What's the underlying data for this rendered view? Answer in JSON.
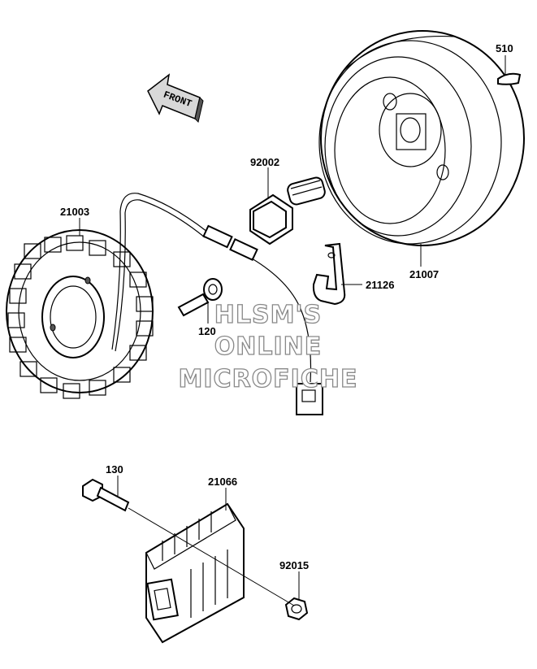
{
  "labels": {
    "p510": "510",
    "p92002": "92002",
    "p21003": "21003",
    "p21007": "21007",
    "p21126": "21126",
    "p120": "120",
    "p130": "130",
    "p21066": "21066",
    "p92015": "92015"
  },
  "arrow_text": "FRONT",
  "watermark": {
    "line1": "HLSM'S",
    "line2": "ONLINE",
    "line3": "MICROFICHE"
  }
}
